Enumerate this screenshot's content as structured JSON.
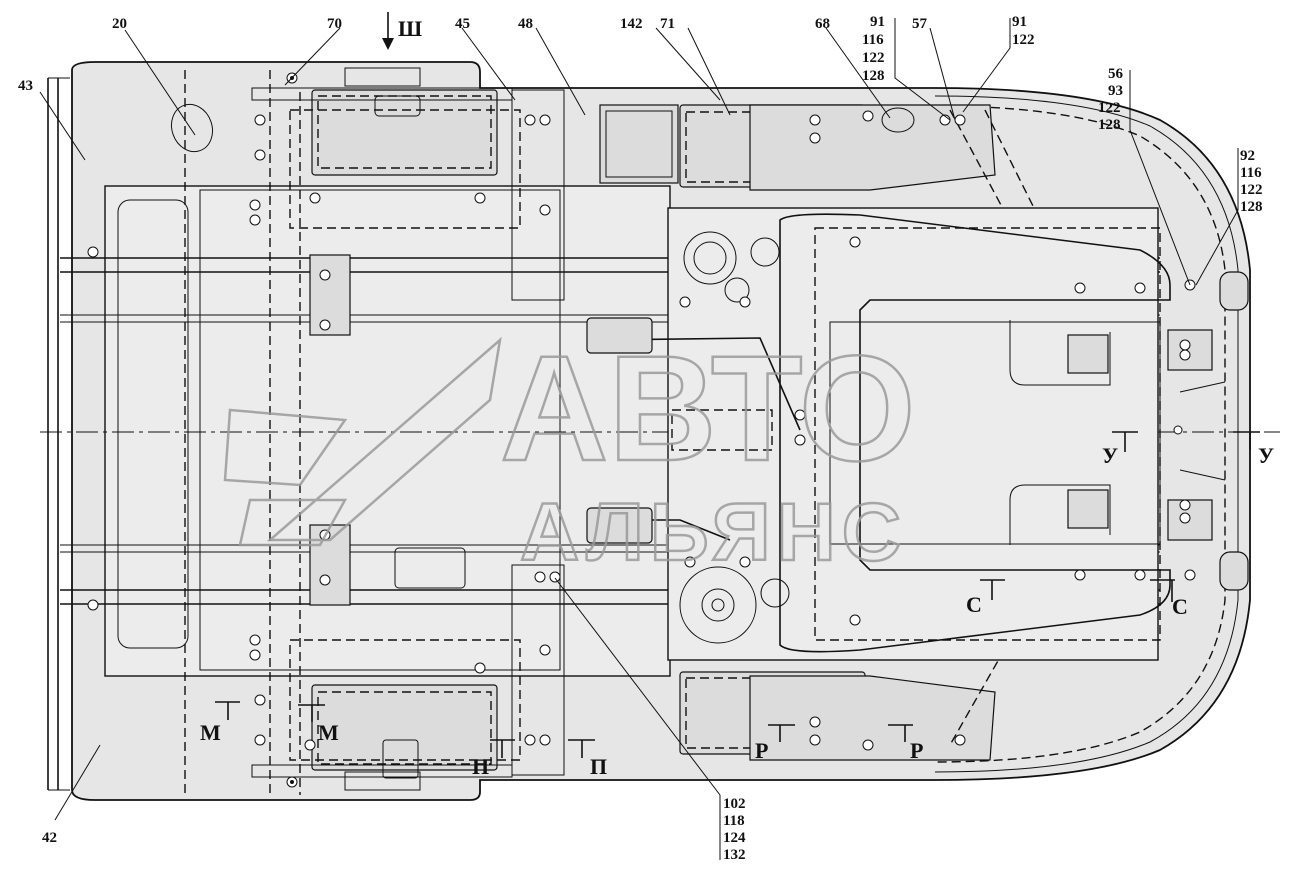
{
  "diagram": {
    "callouts": {
      "c20": "20",
      "c43": "43",
      "c70": "70",
      "c45": "45",
      "c48": "48",
      "c142": "142",
      "c71": "71",
      "c68": "68",
      "c57": "57",
      "c42": "42",
      "g91a": [
        "91",
        "116",
        "122",
        "128"
      ],
      "g91b": [
        "91",
        "122"
      ],
      "g56": [
        "56",
        "93",
        "122",
        "128"
      ],
      "g92": [
        "92",
        "116",
        "122",
        "128"
      ],
      "g102": [
        "102",
        "118",
        "124",
        "132"
      ]
    },
    "view_label": "Ш",
    "sections": {
      "M": "М",
      "P": "П",
      "R": "Р",
      "S": "С",
      "U": "У"
    }
  },
  "watermark": {
    "line1": "АВТО",
    "line2": "АЛЬЯНС"
  }
}
